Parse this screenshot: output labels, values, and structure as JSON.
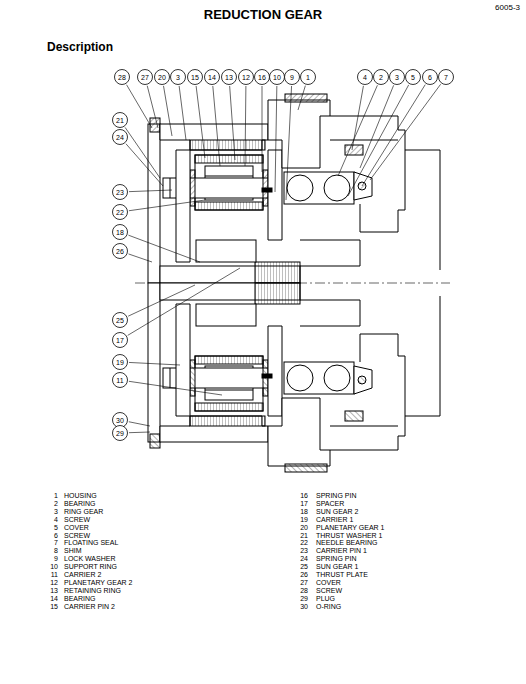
{
  "diagram": {
    "title": "REDUCTION GEAR",
    "nodes": [
      {
        "text": [
          "28"
        ]
      },
      {
        "text": [
          "27"
        ]
      },
      {
        "text": [
          "20"
        ]
      },
      {
        "text": [
          "3"
        ]
      },
      {
        "text": [
          "15"
        ]
      },
      {
        "text": [
          "14"
        ]
      },
      {
        "text": [
          "13"
        ]
      },
      {
        "text": [
          "12"
        ]
      },
      {
        "text": [
          "16"
        ]
      },
      {
        "text": [
          "10"
        ]
      },
      {
        "text": [
          "9"
        ]
      },
      {
        "text": [
          "1"
        ]
      },
      {
        "text": [
          "4"
        ]
      },
      {
        "text": [
          "2"
        ]
      },
      {
        "text": [
          "3"
        ]
      },
      {
        "text": [
          "5"
        ]
      },
      {
        "text": [
          "6"
        ]
      },
      {
        "text": [
          "7"
        ]
      },
      {
        "text": [
          "21"
        ]
      },
      {
        "text": [
          "24"
        ]
      },
      {
        "text": [
          "23"
        ]
      },
      {
        "text": [
          "22"
        ]
      },
      {
        "text": [
          "18"
        ]
      },
      {
        "text": [
          "26"
        ]
      },
      {
        "text": [
          "25"
        ]
      },
      {
        "text": [
          "17"
        ]
      },
      {
        "text": [
          "19"
        ]
      },
      {
        "text": [
          "11"
        ]
      },
      {
        "text": [
          "30"
        ]
      },
      {
        "text": [
          "29"
        ]
      }
    ],
    "labels": [
      "Description",
      "6005-3",
      "1",
      "HOUSING",
      "2",
      "BEARING",
      "3",
      "RING GEAR",
      "4",
      "SCREW",
      "5",
      "COVER",
      "6",
      "SCREW",
      "7",
      "FLOATING SEAL",
      "8",
      "SHIM",
      "9",
      "LOCK WASHER",
      "10",
      "SUPPORT RING",
      "11",
      "CARRIER 2",
      "12",
      "PLANETARY GEAR 2",
      "13",
      "RETAINING RING",
      "14",
      "BEARING",
      "15",
      "CARRIER PIN 2",
      "16",
      "SPRING PIN",
      "17",
      "SPACER",
      "18",
      "SUN GEAR 2",
      "19",
      "CARRIER 1",
      "20",
      "PLANETARY GEAR 1",
      "21",
      "THRUST WASHER 1",
      "22",
      "NEEDLE BEARING",
      "23",
      "CARRIER PIN 1",
      "24",
      "SPRING PIN",
      "25",
      "SUN GEAR 1",
      "26",
      "THRUST PLATE",
      "27",
      "COVER",
      "28",
      "SCREW",
      "29",
      "PLUG",
      "30",
      "O-RING"
    ]
  }
}
